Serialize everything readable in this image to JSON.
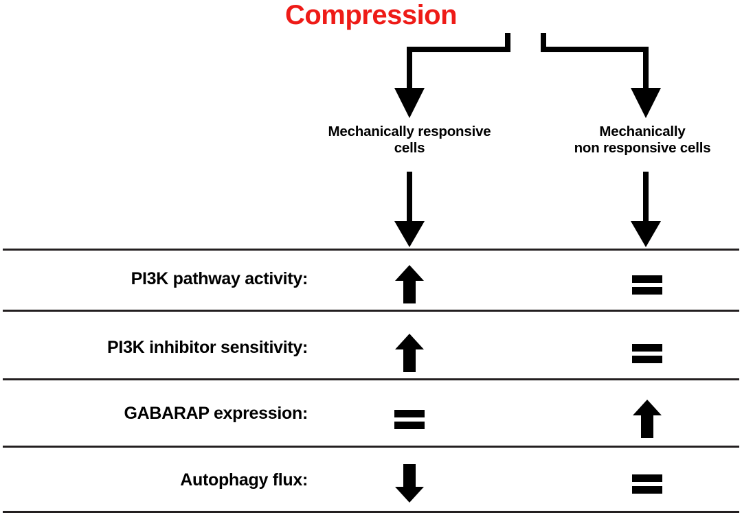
{
  "figure": {
    "title": "Compression",
    "title_color": "#ee1b17",
    "line_color": "#231f20",
    "background": "#ffffff"
  },
  "columns": [
    {
      "id": "responsive",
      "label_line1": "Mechanically responsive",
      "label_line2": "cells"
    },
    {
      "id": "non-responsive",
      "label_line1": "Mechanically",
      "label_line2": "non responsive cells"
    }
  ],
  "rows": [
    {
      "label": "PI3K pathway activity:",
      "responsive": "up-arrow",
      "non_responsive": "equals-sign"
    },
    {
      "label": "PI3K inhibitor sensitivity:",
      "responsive": "up-arrow",
      "non_responsive": "equals-sign"
    },
    {
      "label": "GABARAP expression:",
      "responsive": "equals-sign",
      "non_responsive": "up-arrow"
    },
    {
      "label": "Autophagy flux:",
      "responsive": "down-arrow",
      "non_responsive": "equals-sign"
    }
  ]
}
